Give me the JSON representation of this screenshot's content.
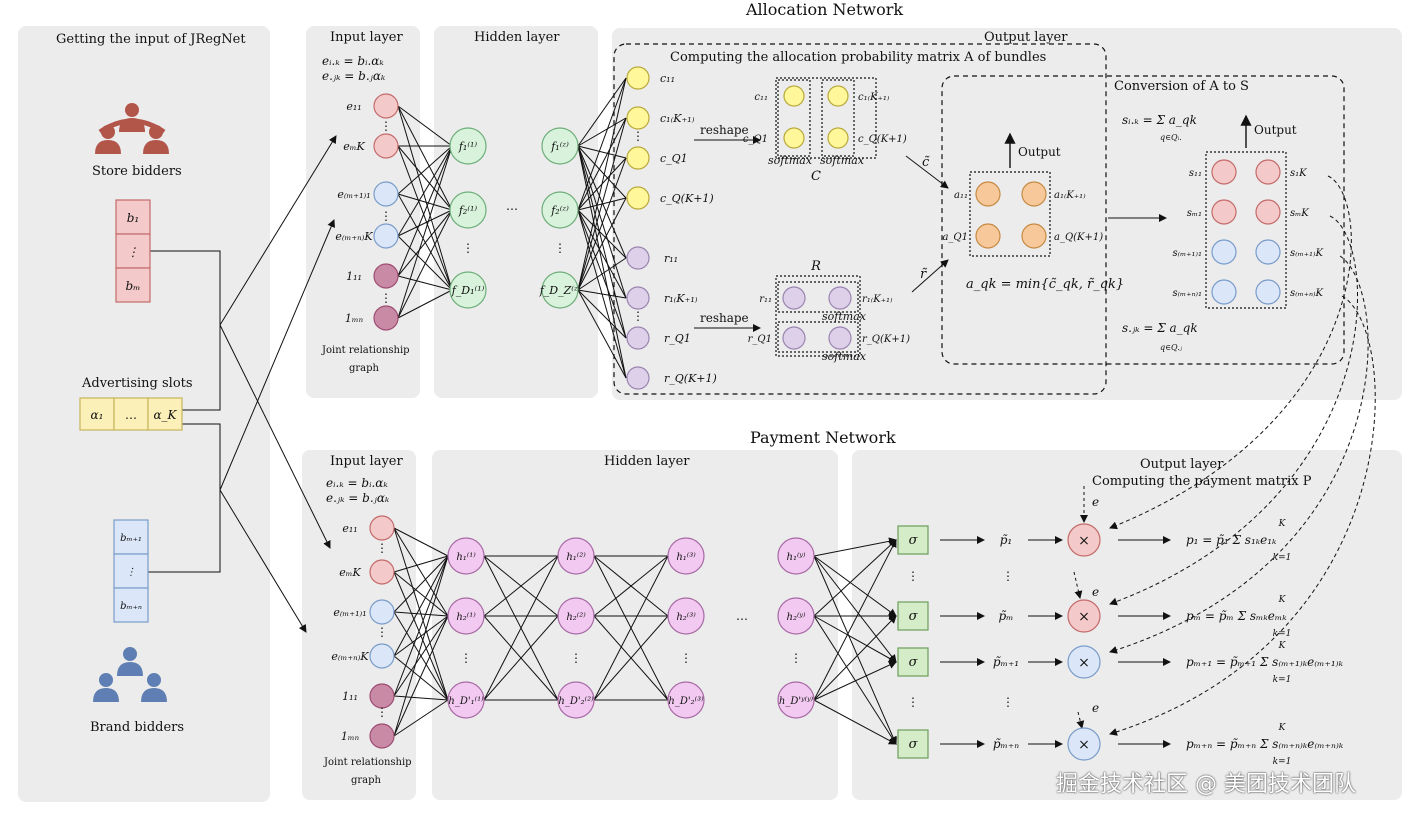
{
  "titles": {
    "allocation": "Allocation  Network",
    "payment": "Payment  Network"
  },
  "left": {
    "title": "Getting the input of JRegNet",
    "store_label": "Store bidders",
    "store_bids": [
      "b₁",
      "⋮",
      "bₘ"
    ],
    "slots_label": "Advertising slots",
    "slots": [
      "α₁",
      "…",
      "α_K"
    ],
    "brand_label": "Brand bidders",
    "brand_bids": [
      "bₘ₊₁",
      "⋮",
      "bₘ₊ₙ"
    ]
  },
  "alloc": {
    "input_title": "Input layer",
    "input_eq1": "eᵢ.ₖ = bᵢ.αₖ",
    "input_eq2": "e.ⱼₖ = b.ⱼαₖ",
    "input_nodes": [
      "e₁₁",
      "eₘK",
      "e₍ₘ₊₁₎₁",
      "e₍ₘ₊ₙ₎K",
      "1₁₁",
      "1ₘₙ"
    ],
    "joint": [
      "Joint relationship",
      "graph"
    ],
    "hidden_title": "Hidden layer",
    "hidden_nodes_col1": [
      "f₁⁽¹⁾",
      "f₂⁽¹⁾",
      "f_D₁⁽¹⁾"
    ],
    "hidden_nodes_col2": [
      "f₁⁽ᶻ⁾",
      "f₂⁽ᶻ⁾",
      "f_D_Z⁽ᶻ⁾"
    ],
    "output_title": "Output layer",
    "compute_title": "Computing the allocation probability matrix A of bundles",
    "c_nodes": [
      "c₁₁",
      "c₁₍K₊₁₎",
      "c_Q1",
      "c_Q(K+1)"
    ],
    "r_nodes": [
      "r₁₁",
      "r₁₍K₊₁₎",
      "r_Q1",
      "r_Q(K+1)"
    ],
    "reshape": "reshape",
    "softmax": "softmax",
    "C_label": "C",
    "R_label": "R",
    "c_tilde": "c̃",
    "r_tilde": "r̃",
    "a_labels": [
      "a₁₁",
      "a₁₍K₊₁₎",
      "a_Q1",
      "a_Q(K+1)"
    ],
    "a_eq": "a_qk = min{c̃_qk, r̃_qk}",
    "output_word": "Output",
    "conversion_title": "Conversion of A to S",
    "s_eq1": "sᵢ.ₖ = Σ a_qk",
    "s_eq1_sub": "q∈Qᵢ.",
    "s_eq2": "s.ⱼₖ = Σ a_qk",
    "s_eq2_sub": "q∈Q.ⱼ",
    "s_left": [
      "s₁₁",
      "sₘ₁",
      "s₍ₘ₊₁₎₁",
      "s₍ₘ₊ₙ₎₁"
    ],
    "s_right": [
      "s₁K",
      "sₘK",
      "s₍ₘ₊₁₎K",
      "s₍ₘ₊ₙ₎K"
    ]
  },
  "pay": {
    "input_title": "Input layer",
    "input_eq1": "eᵢ.ₖ = bᵢ.αₖ",
    "input_eq2": "e.ⱼₖ = b.ⱼαₖ",
    "input_nodes": [
      "e₁₁",
      "eₘK",
      "e₍ₘ₊₁₎₁",
      "e₍ₘ₊ₙ₎K",
      "1₁₁",
      "1ₘₙ"
    ],
    "joint": [
      "Joint relationship",
      "graph"
    ],
    "hidden_title": "Hidden layer",
    "h_cols": [
      [
        "h₁⁽¹⁾",
        "h₂⁽¹⁾",
        "h_D'₁⁽¹⁾"
      ],
      [
        "h₁⁽²⁾",
        "h₂⁽²⁾",
        "h_D'₂⁽²⁾"
      ],
      [
        "h₁⁽³⁾",
        "h₂⁽³⁾",
        "h_D'₂⁽³⁾"
      ],
      [
        "h₁⁽ʸ⁾",
        "h₂⁽ʸ⁾",
        "h_D'ʸ⁽ʸ⁾"
      ]
    ],
    "output_title": "Output layer",
    "compute_title": "Computing the payment matrix P",
    "sigma": "σ",
    "p_tilde": [
      "p̃₁",
      "p̃ₘ",
      "p̃ₘ₊₁",
      "p̃ₘ₊ₙ"
    ],
    "times": "×",
    "e_label": "e",
    "p_eqs": [
      "p₁ = p̃₁ Σ s₁ₖe₁ₖ",
      "pₘ = p̃ₘ Σ sₘₖeₘₖ",
      "pₘ₊₁ = p̃ₘ₊₁ Σ s₍ₘ₊₁₎ₖe₍ₘ₊₁₎ₖ",
      "pₘ₊ₙ = p̃ₘ₊ₙ Σ s₍ₘ₊ₙ₎ₖe₍ₘ₊ₙ₎ₖ"
    ],
    "sum_top": "K",
    "sum_bottom": "k=1"
  },
  "watermark": "掘金技术社区 @ 美团技术团队",
  "colors": {
    "red_fill": "#f3c9c9",
    "red_stroke": "#c46a6a",
    "blue_fill": "#dbe7f8",
    "blue_stroke": "#7a9cc9",
    "mauve_fill": "#c98aa6",
    "mauve_stroke": "#9e4d72",
    "green_fill": "#d8f2dc",
    "green_stroke": "#6fae7a",
    "yellow_fill": "#fff79a",
    "yellow_stroke": "#b9a93a",
    "lavender_fill": "#ddd0e8",
    "lavender_stroke": "#9a85b0",
    "orange_fill": "#f7c99a",
    "orange_stroke": "#c68a44",
    "pink_fill": "#f2c9f0",
    "pink_stroke": "#a86aa5",
    "sigma_fill": "#d4ecc8",
    "sigma_stroke": "#6a9e5a",
    "brick": "#b3564a",
    "steel": "#5f7fb4"
  }
}
